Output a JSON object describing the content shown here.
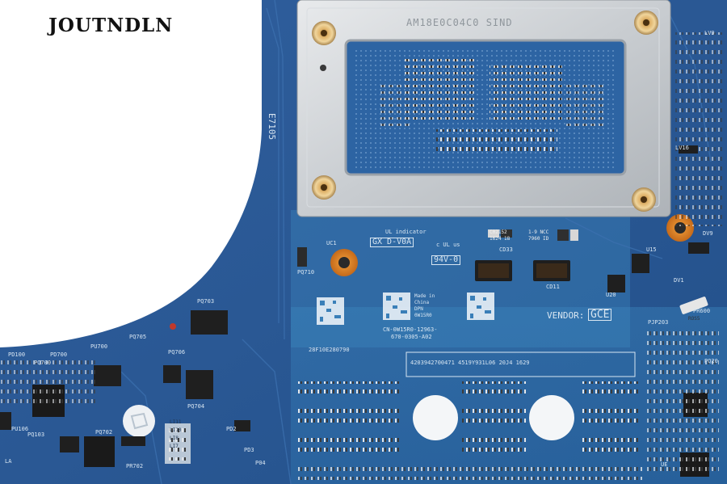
{
  "watermark_brand": "JOUTNDLN",
  "shield_marking": "AM18E0C04C0 SIND",
  "board": {
    "edge_label": "E7105",
    "ul_indicator": "UL indicator",
    "ul_code": "GX D-V0A",
    "flame_rating": "94V-0",
    "cert_mark": "c UL us",
    "made_in": "Made in",
    "country": "China",
    "dpn_label": "DPN",
    "dpn_value": "0W15R0",
    "cn_line1": "CN-0W15R0-12963-",
    "cn_line2": "670-0305-A02",
    "serial_small": "28F10E280790",
    "serial_bar": "4203942700471   4519Y931L06   20J4   1629",
    "vendor_label": "VENDOR:",
    "vendor_value": "GCE",
    "cap_code1": "C02152",
    "cap_code2": "1624 18",
    "cap_code3": "1-9 NCC",
    "cap_code4": "7960 ID",
    "capacitor_label": "ROS5",
    "refs": [
      "UC1",
      "PQ710",
      "PQ703",
      "PQ705",
      "PQ706",
      "PQ704",
      "PQ700",
      "PD100",
      "PD700",
      "PU106",
      "PQ103",
      "PQ702",
      "PR702",
      "PU700",
      "LA",
      "LI11",
      "LI10",
      "LI8",
      "LI7",
      "PD3",
      "P04",
      "PD2",
      "CD33",
      "CD11",
      "U15",
      "U20",
      "LV16",
      "DV1",
      "DV9",
      "PJP203",
      "PR600",
      "PQ20",
      "UE",
      "LV9"
    ]
  }
}
